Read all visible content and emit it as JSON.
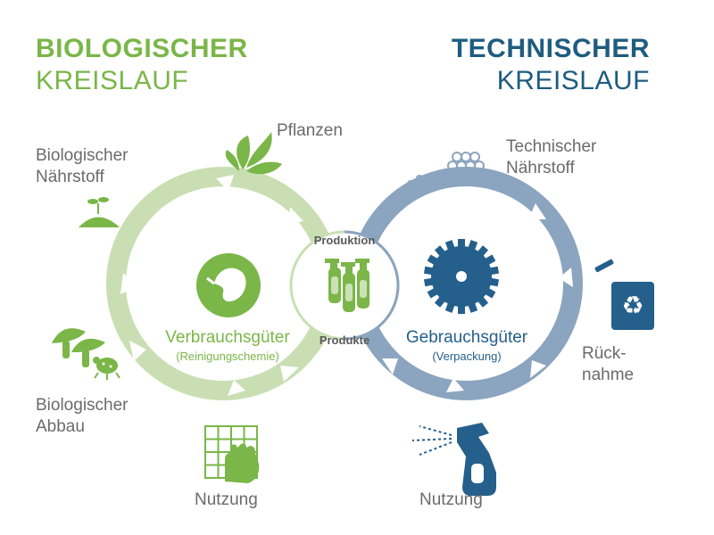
{
  "colors": {
    "green": "#7ab648",
    "green_light": "#c9dfb3",
    "blue": "#1e5c80",
    "blue_mid": "#8ba4bf",
    "blue_dark": "#255f8c",
    "gray_text": "#6b6b6b"
  },
  "bio": {
    "title_line1": "BIOLOGISCHER",
    "title_line2": "KREISLAUF",
    "naehrstoff_line1": "Biologischer",
    "naehrstoff_line2": "Nährstoff",
    "pflanzen": "Pflanzen",
    "abbau_line1": "Biologischer",
    "abbau_line2": "Abbau",
    "nutzung": "Nutzung",
    "product_main": "Verbrauchsgüter",
    "product_sub": "(Reinigungschemie)"
  },
  "tech": {
    "title_line1": "TECHNISCHER",
    "title_line2": "KREISLAUF",
    "naehrstoff_line1": "Technischer",
    "naehrstoff_line2": "Nährstoff",
    "ruecknahme_line1": "Rück-",
    "ruecknahme_line2": "nahme",
    "nutzung": "Nutzung",
    "product_main": "Gebrauchsgüter",
    "product_sub": "(Verpackung)"
  },
  "center": {
    "produktion": "Produktion",
    "produkte": "Produkte"
  },
  "icons": [
    "soil-sprout-icon",
    "plant-leaves-icon",
    "mushroom-icon",
    "beetle-icon",
    "hand-wipe-tiles-icon",
    "leaf-circle-icon",
    "spray-bottles-icon",
    "gear-icon",
    "granules-icon",
    "recycle-bin-icon",
    "spray-bottle-icon"
  ]
}
